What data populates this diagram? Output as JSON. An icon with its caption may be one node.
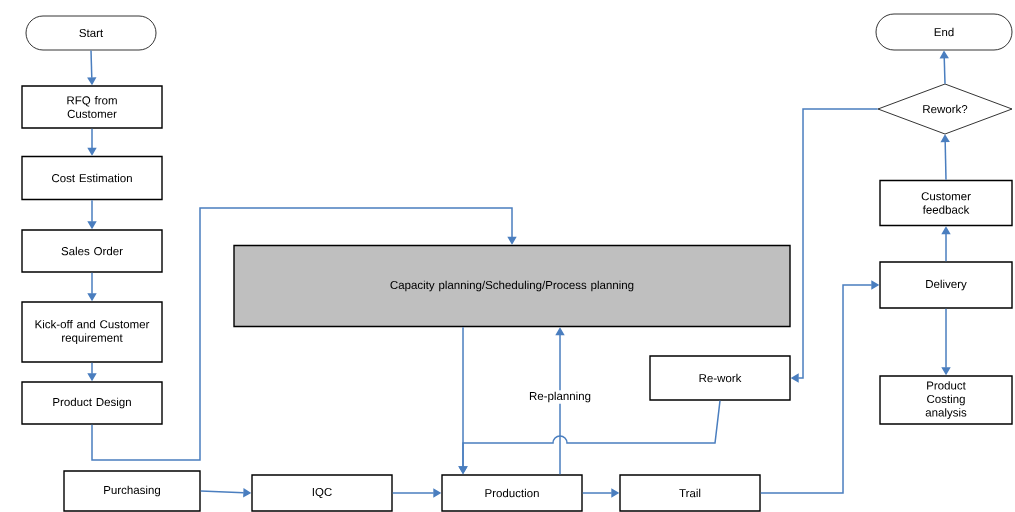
{
  "diagram": {
    "nodes": [
      {
        "text": [
          "Start"
        ]
      },
      {
        "text": [
          "RFQ from Customer"
        ]
      },
      {
        "text": [
          "Cost Estimation"
        ]
      },
      {
        "text": [
          "Sales Order"
        ]
      },
      {
        "text": [
          "Kick-off and Customer requirement"
        ]
      },
      {
        "text": [
          "Product Design"
        ]
      },
      {
        "text": [
          "Capacity planning/Scheduling/Process planning"
        ]
      },
      {
        "text": [
          "Re-work"
        ]
      },
      {
        "text": [
          "Purchasing"
        ]
      },
      {
        "text": [
          "IQC"
        ]
      },
      {
        "text": [
          "Production"
        ]
      },
      {
        "text": [
          "Trail"
        ]
      },
      {
        "text": [
          "Delivery"
        ]
      },
      {
        "text": [
          "Product Costing analysis"
        ]
      },
      {
        "text": [
          "Customer feedback"
        ]
      },
      {
        "text": [
          "Rework?"
        ]
      },
      {
        "text": [
          "End"
        ]
      }
    ],
    "edges": [
      {
        "from": 0,
        "to": 1,
        "arrow": "to"
      },
      {
        "from": 1,
        "to": 2,
        "arrow": "to"
      },
      {
        "from": 2,
        "to": 3,
        "arrow": "to"
      },
      {
        "from": 3,
        "to": 4,
        "arrow": "to"
      },
      {
        "from": 4,
        "to": 5,
        "arrow": "to"
      },
      {
        "from": 5,
        "to": 6,
        "arrow": "to"
      },
      {
        "from": 8,
        "to": 9,
        "arrow": "to"
      },
      {
        "from": 9,
        "to": 10,
        "arrow": "to"
      },
      {
        "from": 10,
        "to": 11,
        "arrow": "to"
      },
      {
        "from": 6,
        "to": 10,
        "arrow": "to"
      },
      {
        "from": 10,
        "to": 6,
        "arrow": "to",
        "label": "Re-planning"
      },
      {
        "from": 7,
        "to": 10,
        "arrow": "to"
      },
      {
        "from": 11,
        "to": 12,
        "arrow": "to"
      },
      {
        "from": 12,
        "to": 14,
        "arrow": "to"
      },
      {
        "from": 14,
        "to": 15,
        "arrow": "to"
      },
      {
        "from": 15,
        "to": 16,
        "arrow": "to"
      },
      {
        "from": 12,
        "to": 13,
        "arrow": "to"
      },
      {
        "from": 15,
        "to": 7,
        "arrow": "to"
      }
    ]
  }
}
